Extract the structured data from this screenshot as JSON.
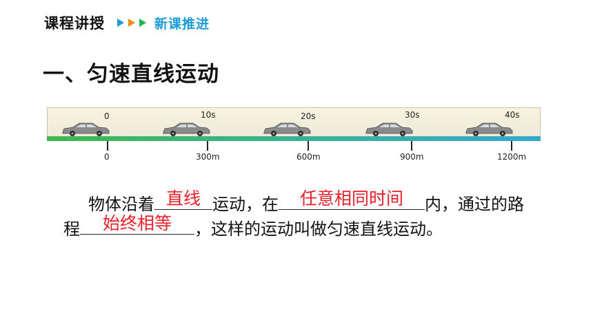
{
  "header": {
    "label": "课程讲授",
    "sub": "新课推进"
  },
  "colors": {
    "arrow_1": "#1d9bd6",
    "arrow_2": "#f08c1e",
    "arrow_3": "#1db54e",
    "answer": "#e8202a"
  },
  "title": "一、匀速直线运动",
  "timeline": {
    "times": [
      "0",
      "10s",
      "20s",
      "30s",
      "40s"
    ],
    "distances": [
      "0",
      "300m",
      "600m",
      "900m",
      "1200m"
    ],
    "car_icon": "car-icon"
  },
  "paragraph": {
    "t1": "物体沿着",
    "a1": "直线",
    "t2": "运动，在",
    "a2": "任意相同时间",
    "t3": "内，通过的路程",
    "a3": "始终相等",
    "t4": "，这样的运动叫做匀速直线运动。"
  }
}
